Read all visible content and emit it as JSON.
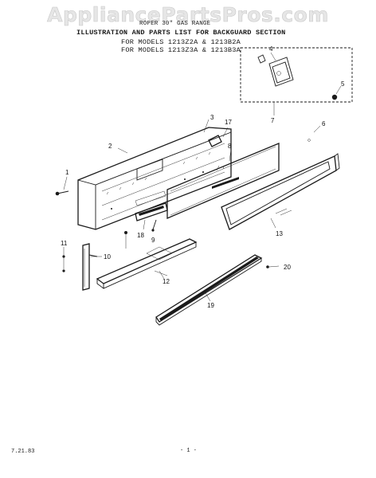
{
  "watermark": "AppliancePartsPros.com",
  "header": {
    "line1": "ROPER 30\" GAS RANGE",
    "line2": "ILLUSTRATION AND PARTS LIST FOR BACKGUARD SECTION",
    "line3": "FOR MODELS 1213Z2A & 1213B2A",
    "line4": "FOR MODELS 1213Z3A & 1213B3A"
  },
  "callouts": {
    "c1": "1",
    "c2": "2",
    "c3": "3",
    "c4": "4",
    "c5": "5",
    "c6": "6",
    "c7": "7",
    "c8": "8",
    "c9": "9",
    "c10": "10",
    "c11": "11",
    "c12": "12",
    "c13": "13",
    "c17": "17",
    "c18": "18",
    "c19": "19",
    "c20": "20"
  },
  "footer": {
    "date": "7.21.83",
    "page": "- 1 -"
  }
}
